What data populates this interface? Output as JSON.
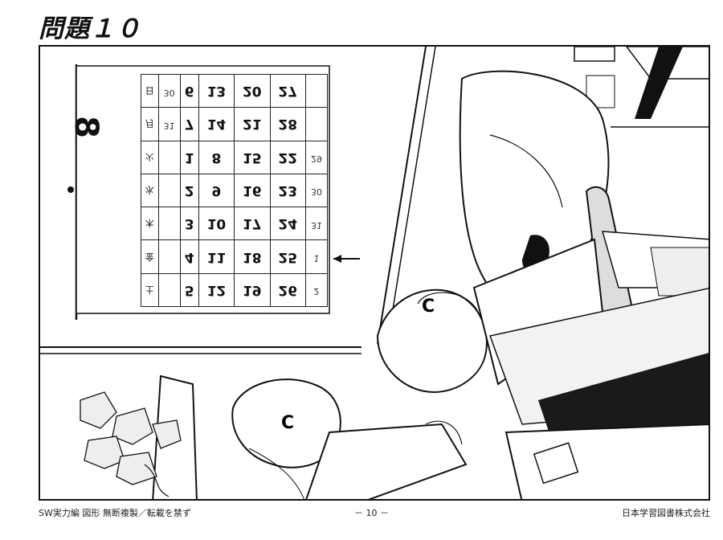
{
  "title": "問題１０",
  "calendar": {
    "month": "8",
    "weekdays": [
      "日",
      "月",
      "火",
      "水",
      "木",
      "金",
      "土"
    ],
    "rows": [
      [
        "30",
        "31",
        "",
        "",
        "",
        "",
        ""
      ],
      [
        "6",
        "7",
        "1",
        "2",
        "3",
        "4",
        "5"
      ],
      [
        "13",
        "14",
        "8",
        "9",
        "10",
        "11",
        "12"
      ],
      [
        "20",
        "21",
        "15",
        "16",
        "17",
        "18",
        "19"
      ],
      [
        "27",
        "28",
        "22",
        "23",
        "24",
        "25",
        "26"
      ],
      [
        "",
        "",
        "29",
        "30",
        "31",
        "1",
        "2"
      ]
    ]
  },
  "footer": {
    "left": "SW実力編 図形 無断複製／転載を禁ず",
    "center": "－ 10 －",
    "right": "日本学習図書株式会社"
  }
}
